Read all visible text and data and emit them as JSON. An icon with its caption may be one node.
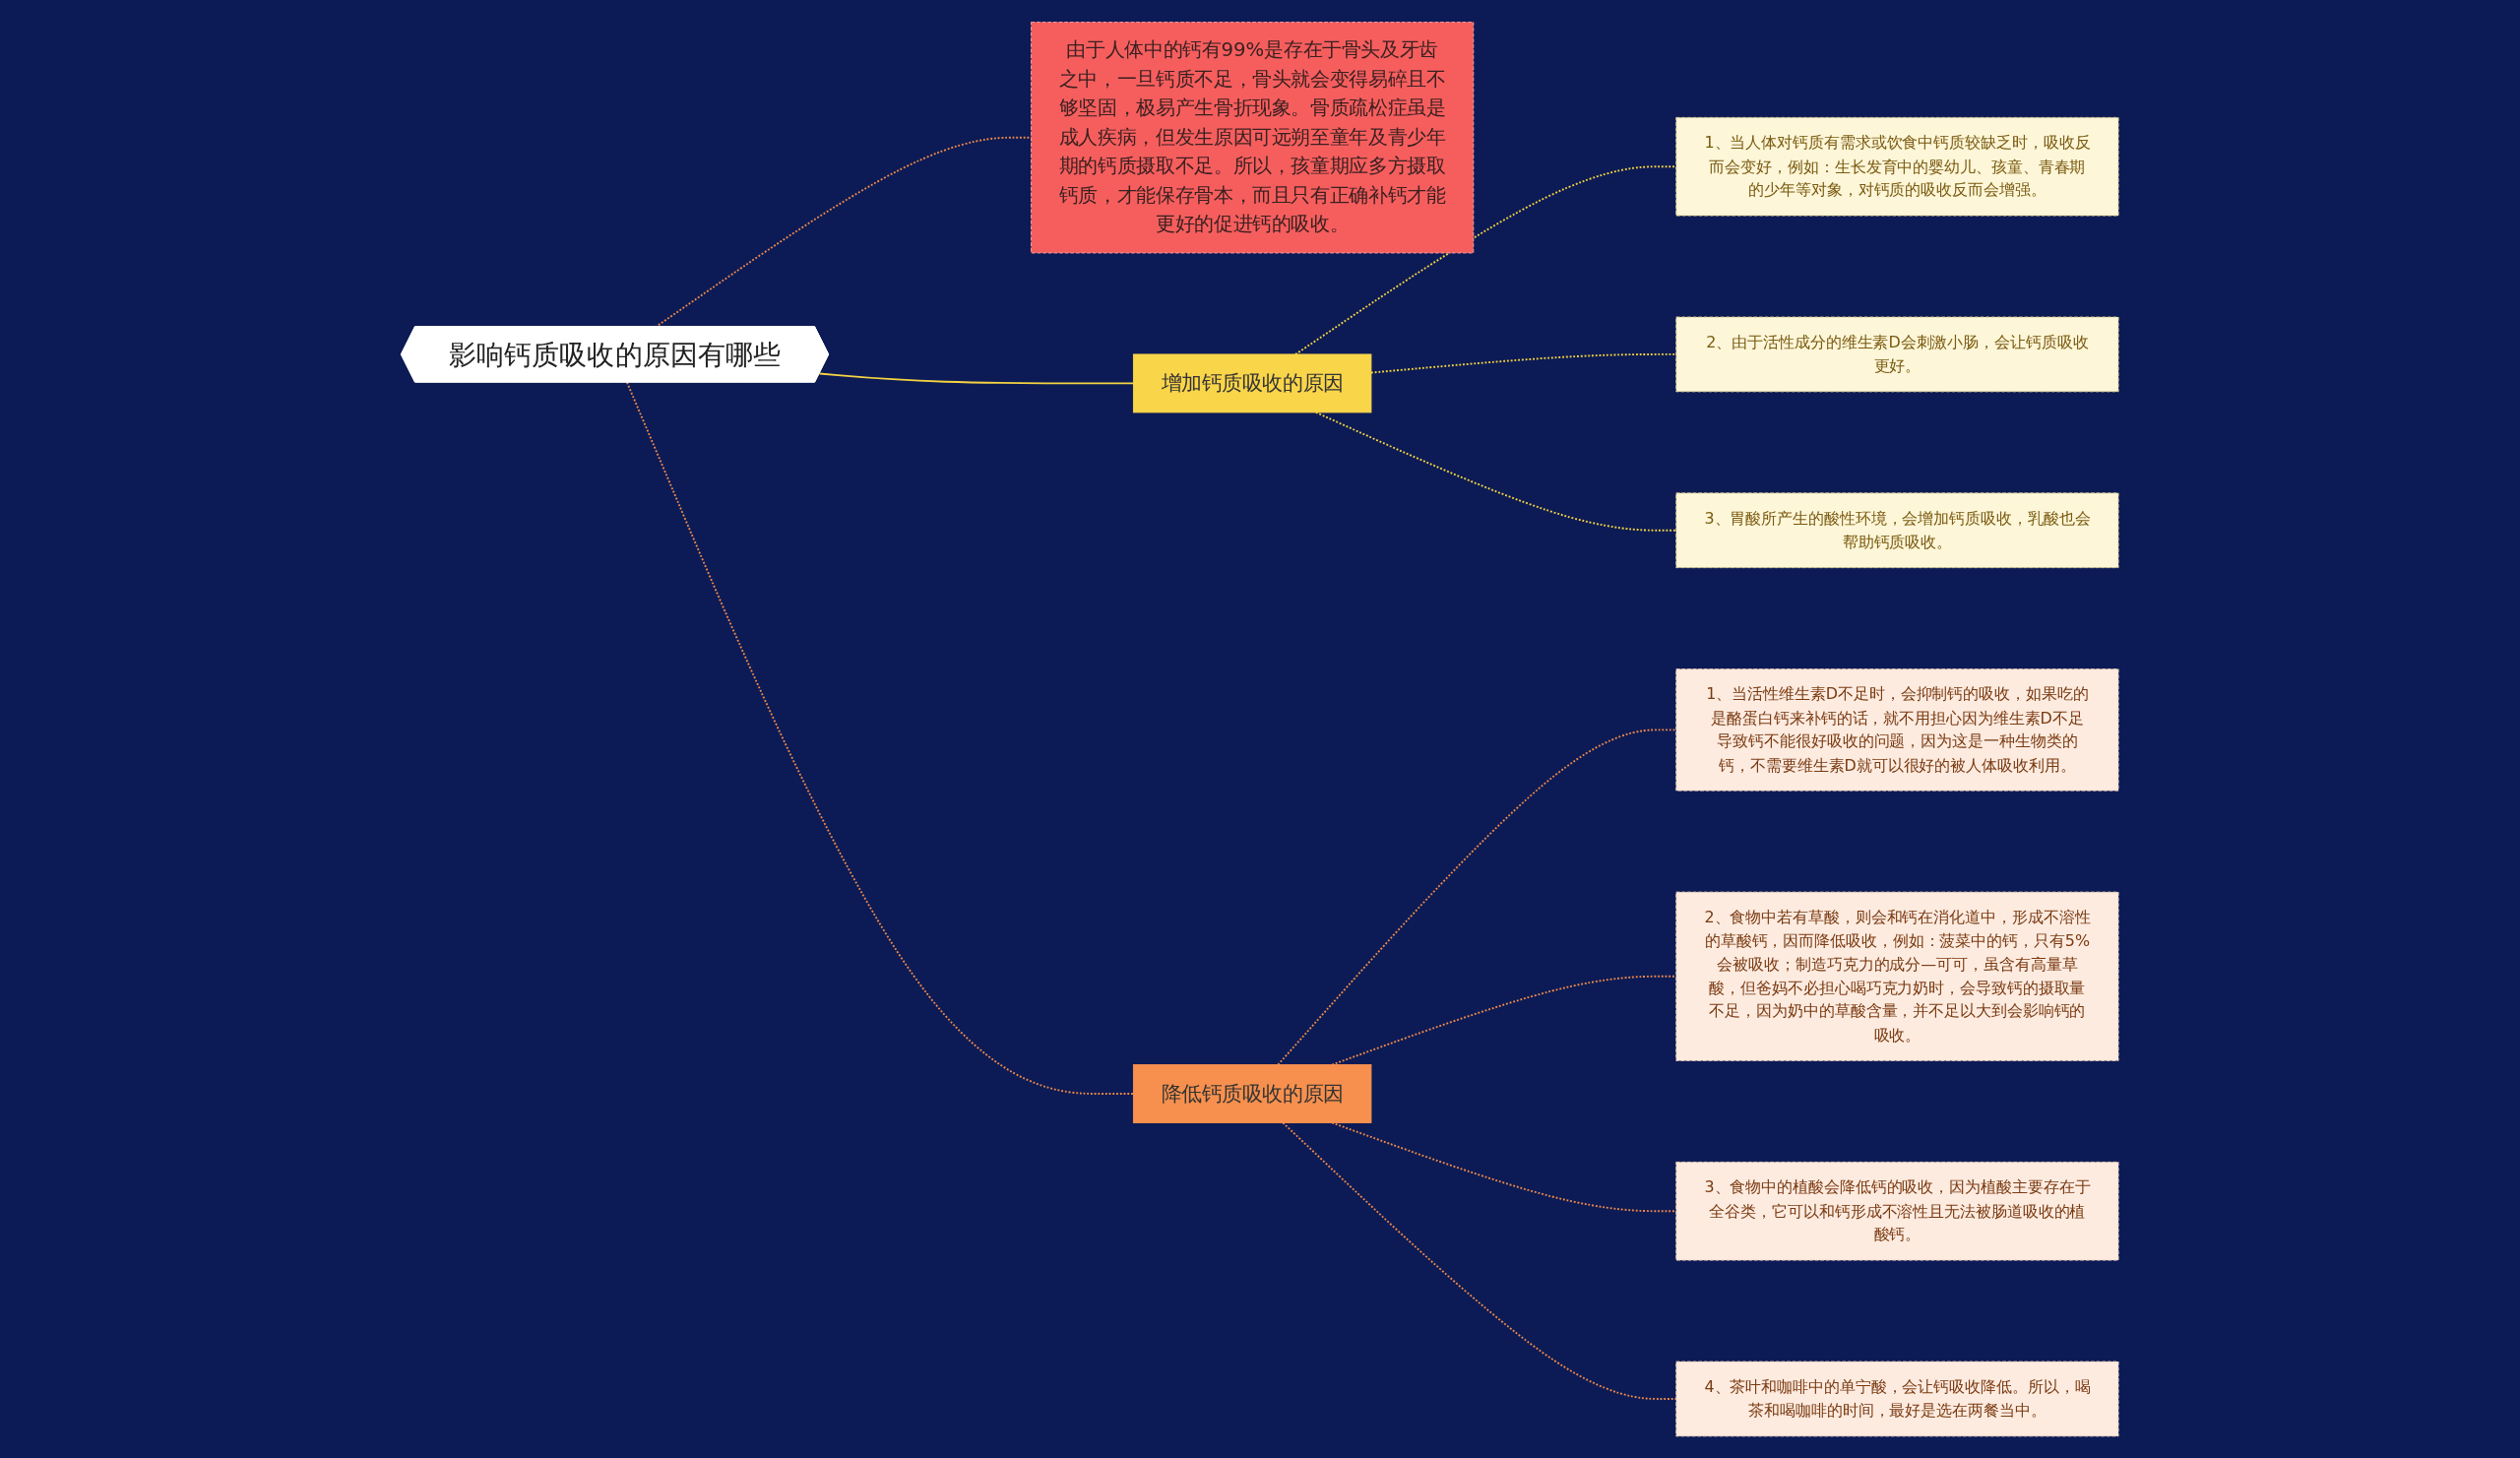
{
  "diagram": {
    "nodes": [
      {
        "text": [
          "影响钙质吸收的原因有哪些"
        ]
      },
      {
        "text": [
          "增加钙质吸收的原因"
        ]
      },
      {
        "text": [
          "1、当人体对钙质有需求或饮食中钙质较缺乏时，吸收反而会变好，例如：生长发育中的婴幼儿、孩童、青春期的少年等对象，对钙质的吸收反而会增强。"
        ]
      },
      {
        "text": [
          "2、由于活性成分的维生素D会刺激小肠，会让钙质吸收更好。"
        ]
      },
      {
        "text": [
          "3、胃酸所产生的酸性环境，会增加钙质吸收，乳酸也会帮助钙质吸收。"
        ]
      },
      {
        "text": [
          "由于人体中的钙有99%是存在于骨头及牙齿之中，一旦钙质不足，骨头就会变得易碎且不够坚固，极易产生骨折现象。骨质疏松症虽是成人疾病，但发生原因可远朔至童年及青少年期的钙质摄取不足。所以，孩童期应多方摄取钙质，才能保存骨本，而且只有正确补钙才能更好的促进钙的吸收。"
        ]
      },
      {
        "text": [
          "降低钙质吸收的原因"
        ]
      },
      {
        "text": [
          "1、当活性维生素D不足时，会抑制钙的吸收，如果吃的是酪蛋白钙来补钙的话，就不用担心因为维生素D不足导致钙不能很好吸收的问题，因为这是一种生物类的钙，不需要维生素D就可以很好的被人体吸收利用。"
        ]
      },
      {
        "text": [
          "2、食物中若有草酸，则会和钙在消化道中，形成不溶性的草酸钙，因而降低吸收，例如：菠菜中的钙，只有5%会被吸收；制造巧克力的成分—可可，虽含有高量草酸，但爸妈不必担心喝巧克力奶时，会导致钙的摄取量不足，因为奶中的草酸含量，并不足以大到会影响钙的吸收。"
        ]
      },
      {
        "text": [
          "3、食物中的植酸会降低钙的吸收，因为植酸主要存在于全谷类，它可以和钙形成不溶性且无法被肠道吸收的植酸钙。"
        ]
      },
      {
        "text": [
          "4、茶叶和咖啡中的单宁酸，会让钙吸收降低。所以，喝茶和喝咖啡的时间，最好是选在两餐当中。"
        ]
      }
    ],
    "edges": [
      {
        "from": 0,
        "to": 5,
        "arrow": "none",
        "style": "dashed"
      },
      {
        "from": 0,
        "to": 1,
        "arrow": "none",
        "color": "#f5d442"
      },
      {
        "from": 1,
        "to": 2,
        "arrow": "none",
        "style": "dashed",
        "color": "#f5d442"
      },
      {
        "from": 1,
        "to": 3,
        "arrow": "none",
        "style": "dashed",
        "color": "#f5d442"
      },
      {
        "from": 1,
        "to": 4,
        "arrow": "none",
        "style": "dashed",
        "color": "#f5d442"
      },
      {
        "from": 0,
        "to": 6,
        "arrow": "none",
        "style": "dashed"
      },
      {
        "from": 6,
        "to": 7,
        "arrow": "none",
        "style": "dashed"
      },
      {
        "from": 6,
        "to": 8,
        "arrow": "none",
        "style": "dashed"
      },
      {
        "from": 6,
        "to": 9,
        "arrow": "none",
        "style": "dashed"
      },
      {
        "from": 6,
        "to": 10,
        "arrow": "none",
        "style": "dashed"
      }
    ]
  }
}
